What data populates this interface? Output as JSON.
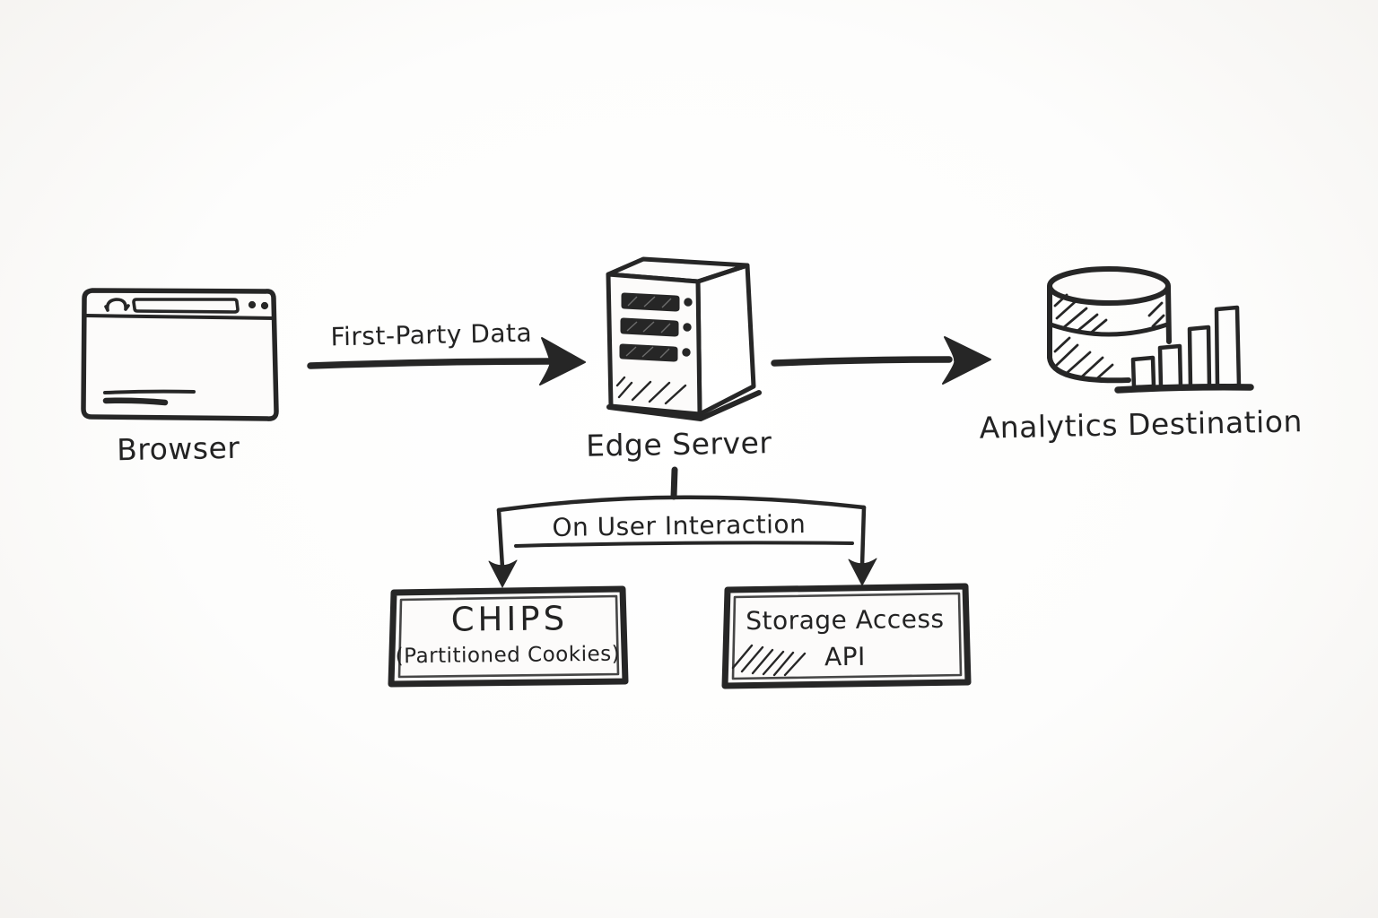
{
  "canvas": {
    "background": "#fdfdfc",
    "ink": "#262626"
  },
  "nodes": {
    "browser": {
      "label": "Browser"
    },
    "edge_server": {
      "label": "Edge Server"
    },
    "analytics_destination": {
      "label": "Analytics Destination"
    },
    "chips": {
      "title": "CHIPS",
      "subtitle": "(Partitioned Cookies)"
    },
    "storage_access_api": {
      "line1": "Storage Access",
      "line2": "API"
    }
  },
  "connectors": {
    "first_party_data": {
      "label": "First-Party Data"
    },
    "on_user_interaction": {
      "label": "On User Interaction"
    }
  },
  "icons": {
    "browser_window": "browser-window-icon",
    "reload": "reload-icon",
    "server_tower": "server-tower-icon",
    "database": "database-icon",
    "bar_chart": "bar-chart-icon"
  }
}
